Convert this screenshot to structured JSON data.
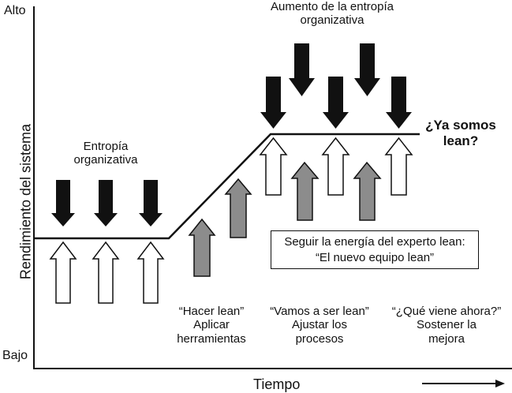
{
  "axis": {
    "y_high": "Alto",
    "y_low": "Bajo",
    "y_label": "Rendimiento del sistema",
    "x_label": "Tiempo"
  },
  "labels": {
    "entropy_left_line1": "Entropía",
    "entropy_left_line2": "organizativa",
    "entropy_increase_line1": "Aumento de la entropía",
    "entropy_increase_line2": "organizativa",
    "lean_question_line1": "¿Ya somos",
    "lean_question_line2": "lean?"
  },
  "callout": {
    "line1": "Seguir la energía del experto lean:",
    "line2": "“El nuevo equipo lean”"
  },
  "phases": [
    {
      "quote": "“Hacer lean”",
      "line2": "Aplicar",
      "line3": "herramientas"
    },
    {
      "quote": "“Vamos a ser lean”",
      "line2": "Ajustar los",
      "line3": "procesos"
    },
    {
      "quote": "“¿Qué viene ahora?”",
      "line2": "Sostener la",
      "line3": "mejora"
    }
  ],
  "colors": {
    "down_arrow": "#111111",
    "up_arrow_outline": "#111111",
    "up_arrow_fill": "#ffffff",
    "gray_arrow": "#8c8c8c"
  }
}
